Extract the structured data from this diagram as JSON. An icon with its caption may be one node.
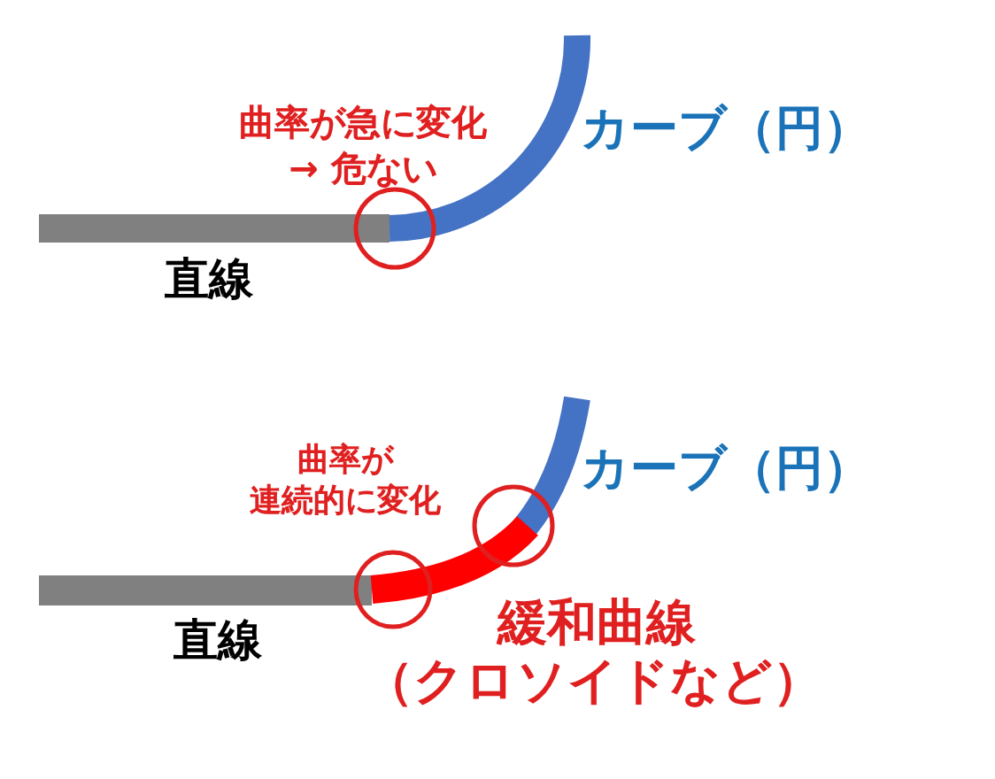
{
  "diagram": {
    "labels": [
      "曲率が急に変化→ 危ない",
      "カーブ（円）",
      "直線",
      "曲率が連続的に変化",
      "カーブ（円）",
      "緩和曲線",
      "（クロソイドなど）",
      "直線"
    ]
  }
}
